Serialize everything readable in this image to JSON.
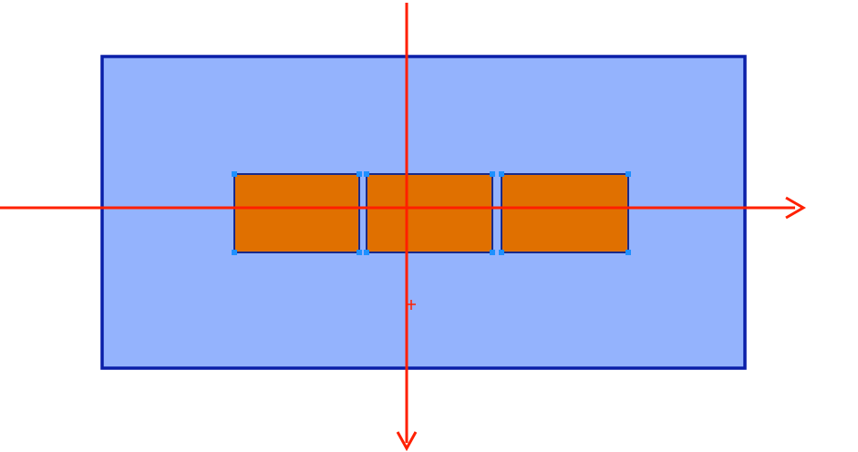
{
  "colors": {
    "background": "#ffffff",
    "outer_fill": "#94b3fd",
    "outer_stroke": "#0a1fa8",
    "block_fill": "#e07000",
    "block_stroke": "#1a2a8a",
    "handle": "#1e90ff",
    "axis": "#ff2000",
    "cursor": "#ff2000"
  },
  "icons": {
    "axis_h_arrow": "arrow-right-icon",
    "axis_v_arrow": "arrow-down-icon",
    "cursor": "crosshair-cursor-icon",
    "handle": "selection-handle-icon"
  },
  "blocks": [
    {
      "id": "block-1"
    },
    {
      "id": "block-2"
    },
    {
      "id": "block-3"
    }
  ]
}
